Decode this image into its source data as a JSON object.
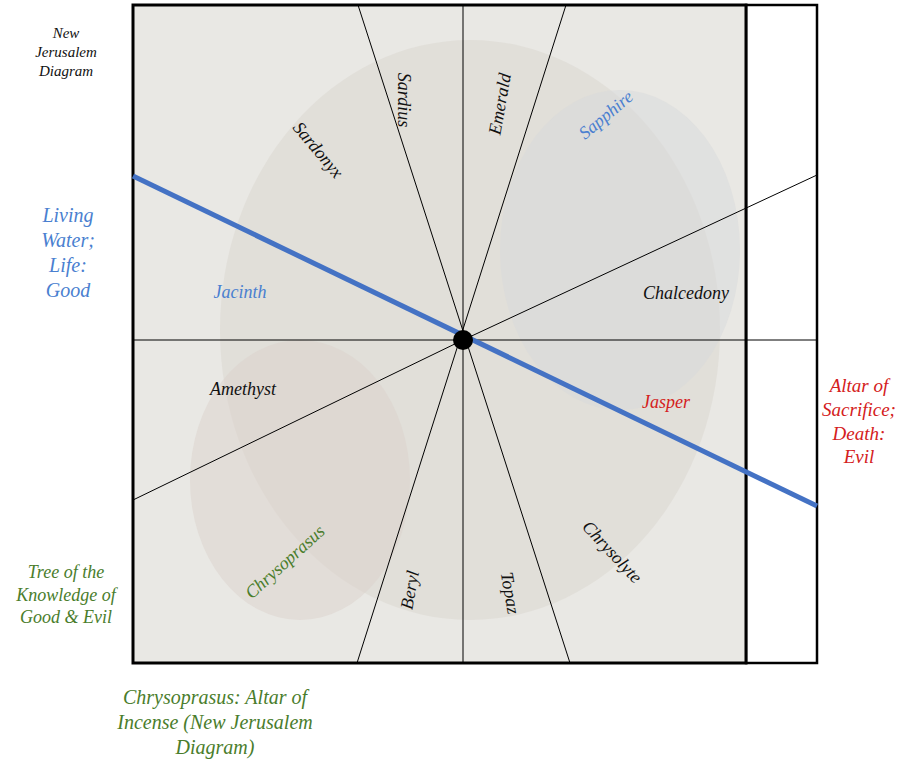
{
  "diagram": {
    "title": "New Jerusalem Diagram",
    "caption": "Chrysoprasus: Altar of Incense (New Jerusalem Diagram)",
    "labels": [
      "Sardonyx",
      "Sardius",
      "Emerald",
      "Sapphire",
      "Jacinth",
      "Chalcedony",
      "Amethyst",
      "Jasper",
      "Chrysoprasus",
      "Beryl",
      "Topaz",
      "Chrysolyte",
      "Living Water; Life: Good",
      "Altar of Sacrifice; Death: Evil",
      "Tree of the Knowledge of Good & Evil"
    ]
  }
}
